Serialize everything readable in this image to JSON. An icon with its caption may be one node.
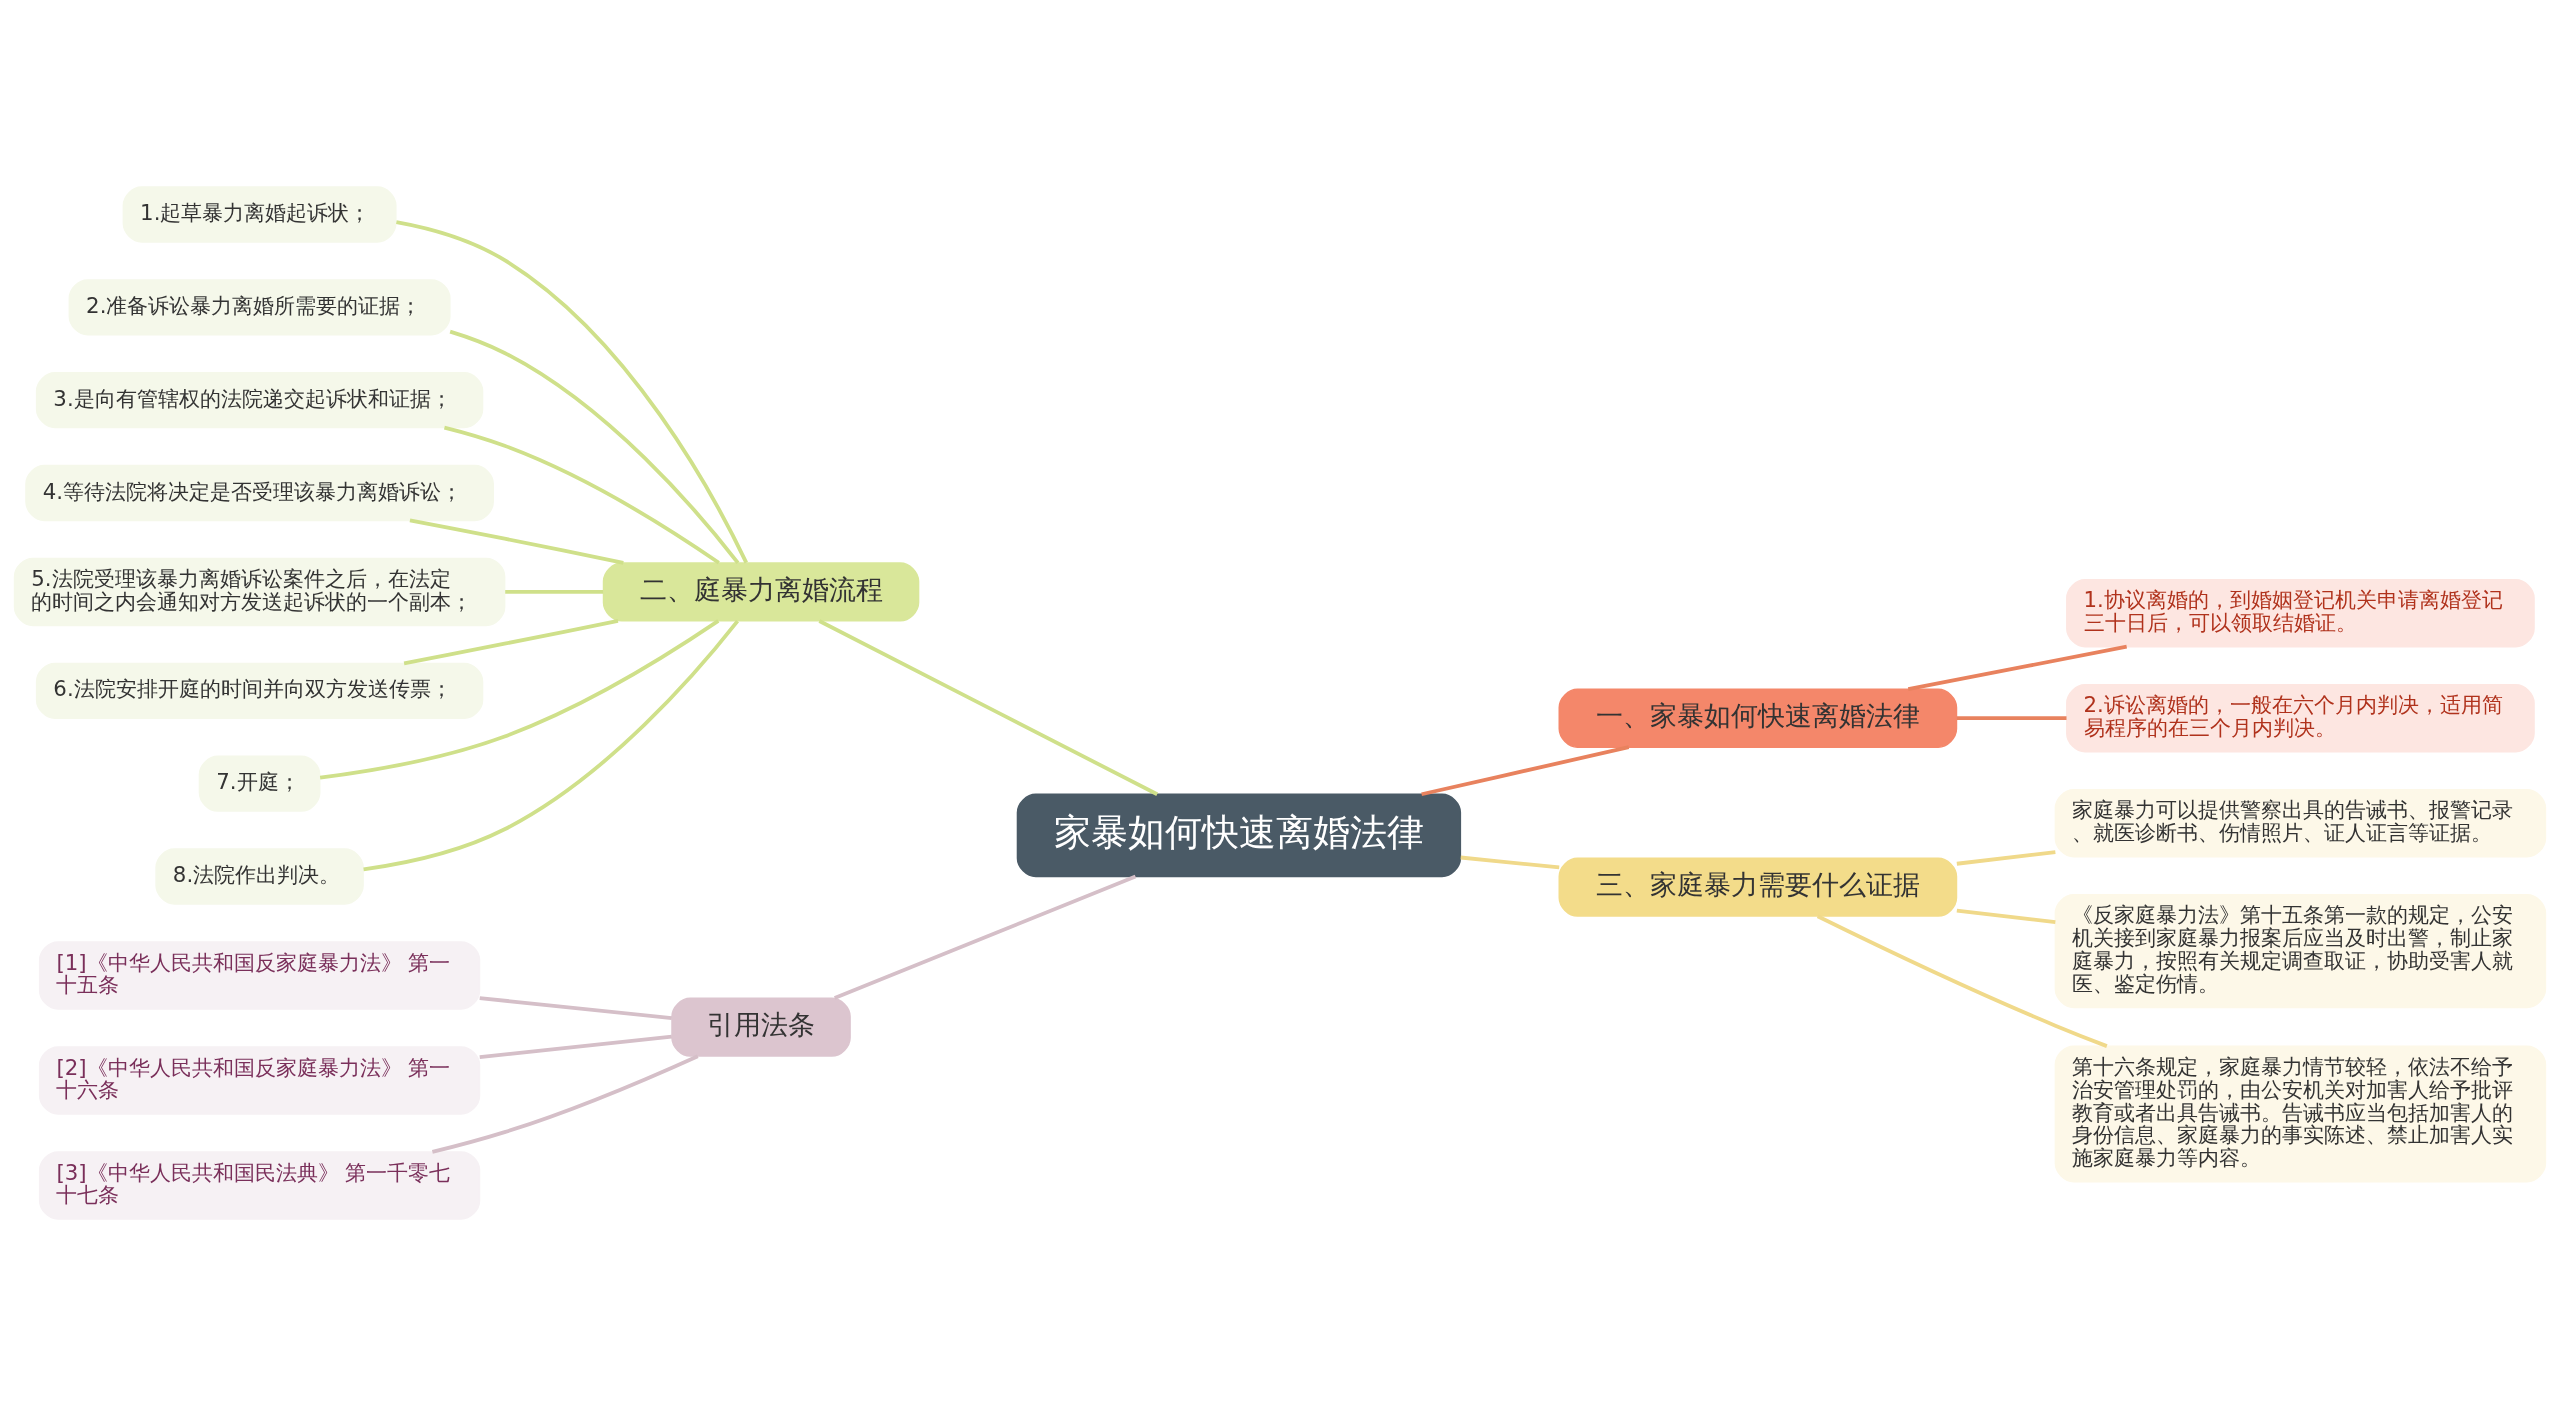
{
  "diagram": {
    "nodes": [
      {
        "text": [
          "家暴如何快速离婚法律"
        ]
      },
      {
        "text": [
          "二、庭暴力离婚流程"
        ]
      },
      {
        "text": [
          "1.起草暴力离婚起诉状；"
        ]
      },
      {
        "text": [
          "2.准备诉讼暴力离婚所需要的证据；"
        ]
      },
      {
        "text": [
          "3.是向有管辖权的法院递交起诉状和证据；"
        ]
      },
      {
        "text": [
          "4.等待法院将决定是否受理该暴力离婚诉讼；"
        ]
      },
      {
        "text": [
          "5.法院受理该暴力离婚诉讼案件之后，在法定的时间之内会通知对方发送起诉状的一个副本；"
        ]
      },
      {
        "text": [
          "6.法院安排开庭的时间并向双方发送传票；"
        ]
      },
      {
        "text": [
          "7.开庭；"
        ]
      },
      {
        "text": [
          "8.法院作出判决。"
        ]
      },
      {
        "text": [
          "一、家暴如何快速离婚法律"
        ]
      },
      {
        "text": [
          "1.协议离婚的，到婚姻登记机关申请离婚登记三十日后，可以领取结婚证。"
        ]
      },
      {
        "text": [
          "2.诉讼离婚的，一般在六个月内判决，适用简易程序的在三个月内判决。"
        ]
      },
      {
        "text": [
          "三、家庭暴力需要什么证据"
        ]
      },
      {
        "text": [
          "家庭暴力可以提供警察出具的告诫书、报警记录、就医诊断书、伤情照片、证人证言等证据。"
        ]
      },
      {
        "text": [
          "《反家庭暴力法》第十五条第一款的规定，公安机关接到家庭暴力报案后应当及时出警，制止家庭暴力，按照有关规定调查取证，协助受害人就医、鉴定伤情。"
        ]
      },
      {
        "text": [
          "第十六条规定，家庭暴力情节较轻，依法不给予治安管理处罚的，由公安机关对加害人给予批评教育或者出具告诫书。告诫书应当包括加害人的身份信息、家庭暴力的事实陈述、禁止加害人实施家庭暴力等内容。"
        ]
      },
      {
        "text": [
          "引用法条"
        ]
      },
      {
        "text": [
          "[1]《中华人民共和国反家庭暴力法》 第一十五条"
        ]
      },
      {
        "text": [
          "[2]《中华人民共和国反家庭暴力法》 第一十六条"
        ]
      },
      {
        "text": [
          "[3]《中华人民共和国民法典》 第一千零七十七条"
        ]
      }
    ],
    "edges": [
      {
        "from": 0,
        "to": 1,
        "arrow": "none"
      },
      {
        "from": 1,
        "to": 2,
        "arrow": "none"
      },
      {
        "from": 1,
        "to": 3,
        "arrow": "none"
      },
      {
        "from": 1,
        "to": 4,
        "arrow": "none"
      },
      {
        "from": 1,
        "to": 5,
        "arrow": "none"
      },
      {
        "from": 1,
        "to": 6,
        "arrow": "none"
      },
      {
        "from": 1,
        "to": 7,
        "arrow": "none"
      },
      {
        "from": 1,
        "to": 8,
        "arrow": "none"
      },
      {
        "from": 1,
        "to": 9,
        "arrow": "none"
      },
      {
        "from": 0,
        "to": 10,
        "arrow": "none",
        "color": "#e8825e"
      },
      {
        "from": 10,
        "to": 11,
        "arrow": "none",
        "color": "#e8825e"
      },
      {
        "from": 10,
        "to": 12,
        "arrow": "none",
        "color": "#e8825e"
      },
      {
        "from": 0,
        "to": 13,
        "arrow": "none",
        "color": "#f0d98a"
      },
      {
        "from": 13,
        "to": 14,
        "arrow": "none",
        "color": "#f0d98a"
      },
      {
        "from": 13,
        "to": 15,
        "arrow": "none",
        "color": "#f0d98a"
      },
      {
        "from": 13,
        "to": 16,
        "arrow": "none",
        "color": "#f0d98a"
      },
      {
        "from": 0,
        "to": 17,
        "arrow": "none",
        "color": "#d5bfc8"
      },
      {
        "from": 17,
        "to": 18,
        "arrow": "none",
        "color": "#d5bfc8"
      },
      {
        "from": 17,
        "to": 19,
        "arrow": "none",
        "color": "#d5bfc8"
      },
      {
        "from": 17,
        "to": 20,
        "arrow": "none",
        "color": "#d5bfc8"
      }
    ]
  }
}
